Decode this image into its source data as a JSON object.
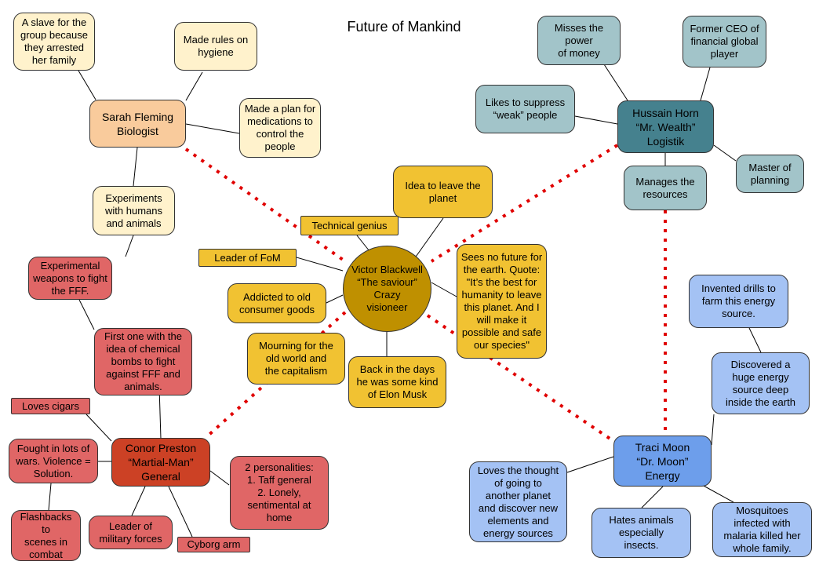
{
  "title": "Future of Mankind",
  "center": "Victor Blackwell\n“The saviour”\nCrazy\nvisioneer",
  "victor": {
    "leave_planet": "Idea to leave the\nplanet",
    "technical": "Technical genius",
    "leader": "Leader of FoM",
    "addicted": "Addicted to old\nconsumer goods",
    "mourning": "Mourning for the\nold world and\nthe capitalism",
    "musk": "Back in the days\nhe was some kind\nof Elon Musk",
    "quote": "Sees no future for\nthe earth. Quote:\n\"It’s the best for\nhumanity to leave\nthis planet. And I\nwill make it\npossible and safe\nour species\""
  },
  "sarah": {
    "name": "Sarah Fleming\nBiologist",
    "slave": "A slave for the\ngroup because\nthey arrested\nher family",
    "rules": "Made rules on\nhygiene",
    "plan": "Made a plan for\nmedications to\ncontrol the\npeople",
    "experiments": "Experiments\nwith humans\nand animals"
  },
  "hussain": {
    "name": "Hussain Horn\n“Mr. Wealth”\nLogistik",
    "money": "Misses the power\nof money",
    "ceo": "Former CEO of\nfinancial global\nplayer",
    "suppress": "Likes to suppress\n“weak” people",
    "planning": "Master of\nplanning",
    "resources": "Manages the\nresources"
  },
  "conor": {
    "name": "Conor Preston\n“Martial-Man”\nGeneral",
    "weapons": "Experimental\nweapons to fight\nthe FFF.",
    "chemical": "First one with the\nidea of chemical\nbombs to fight\nagainst FFF and\nanimals.",
    "cigars": "Loves cigars",
    "wars": "Fought in lots of\nwars. Violence =\nSolution.",
    "flashbacks": "Flashbacks to\nscenes in\ncombat",
    "military": "Leader of\nmilitary forces",
    "cyborg": "Cyborg arm",
    "personalities": "2 personalities:\n1. Taff general\n2. Lonely,\nsentimental at\nhome"
  },
  "traci": {
    "name": "Traci Moon\n“Dr. Moon”\nEnergy",
    "drills": "Invented drills to\nfarm this energy\nsource.",
    "discovered": "Discovered a\nhuge energy\nsource deep\ninside the earth",
    "thought": "Loves the thought\nof going to\nanother planet\nand discover new\nelements and\nenergy sources",
    "hates": "Hates animals\nespecially\ninsects.",
    "mosquitoes": "Mosquitoes\ninfected with\nmalaria killed her\nwhole family."
  },
  "colors": {
    "sarah": "#f9cb9c",
    "sarah_notes": "#fff2cc",
    "victor": "#bf9000",
    "victor_notes": "#f1c232",
    "hussain": "#45818e",
    "hussain_notes": "#a2c4c9",
    "conor": "#cc4125",
    "conor_notes": "#e06666",
    "traci": "#6d9eeb",
    "traci_notes": "#a4c2f4",
    "dotted_link": "#e00000"
  }
}
